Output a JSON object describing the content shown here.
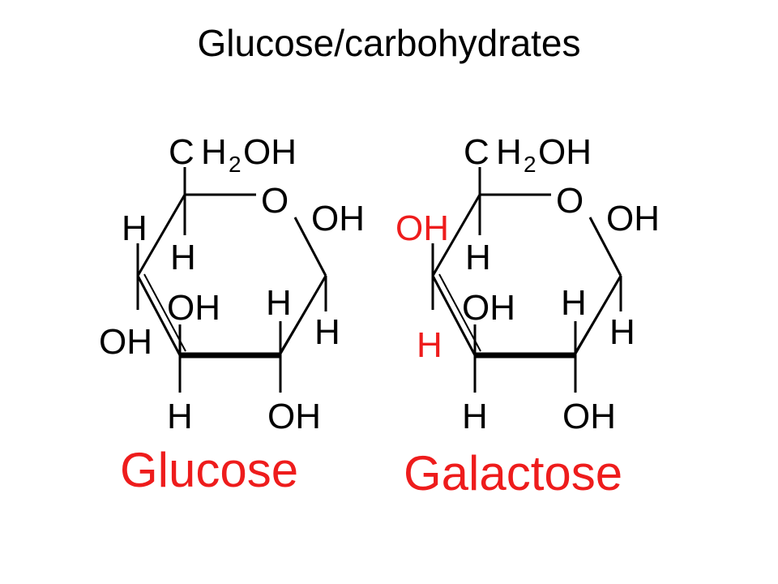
{
  "title": "Glucose/carbohydrates",
  "colors": {
    "text": "#000000",
    "highlight": "#ee1c1c"
  },
  "molecules": [
    {
      "name": "Glucose",
      "ch2oh": {
        "c": "C",
        "h": "H",
        "sub": "2",
        "oh": "OH"
      },
      "ring_oxygen": "O",
      "c1_top": "OH",
      "c1_bottom": "H",
      "c2_top": "H",
      "c2_bottom": "OH",
      "c3_top": "OH",
      "c3_bottom": "H",
      "c4_top": "H",
      "c4_bottom": "OH",
      "c5_bottom": "H"
    },
    {
      "name": "Galactose",
      "ch2oh": {
        "c": "C",
        "h": "H",
        "sub": "2",
        "oh": "OH"
      },
      "ring_oxygen": "O",
      "c1_top": "OH",
      "c1_bottom": "H",
      "c2_top": "H",
      "c2_bottom": "OH",
      "c3_top": "OH",
      "c3_bottom": "H",
      "c4_top": "OH",
      "c4_bottom": "H",
      "c5_bottom": "H"
    }
  ]
}
